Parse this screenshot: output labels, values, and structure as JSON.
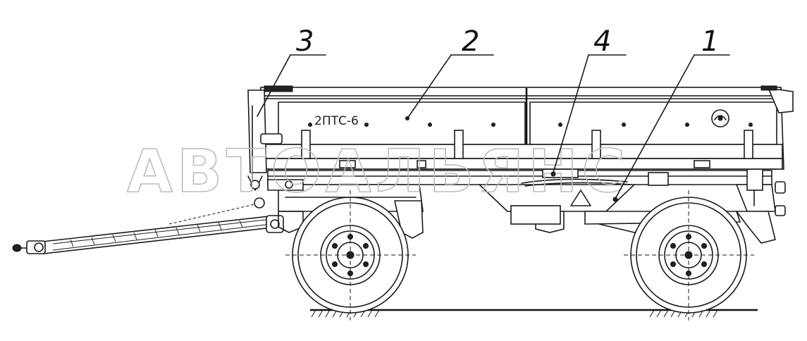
{
  "callouts": [
    {
      "id": "callout-3",
      "label": "3"
    },
    {
      "id": "callout-2",
      "label": "2"
    },
    {
      "id": "callout-4",
      "label": "4"
    },
    {
      "id": "callout-1",
      "label": "1"
    }
  ],
  "model_plate": "2ПТС-6",
  "watermark": "АВТОАЛЬЯНС",
  "colors": {
    "line": "#1a1a1a",
    "watermark": "#bdbdbd",
    "background": "#ffffff"
  }
}
